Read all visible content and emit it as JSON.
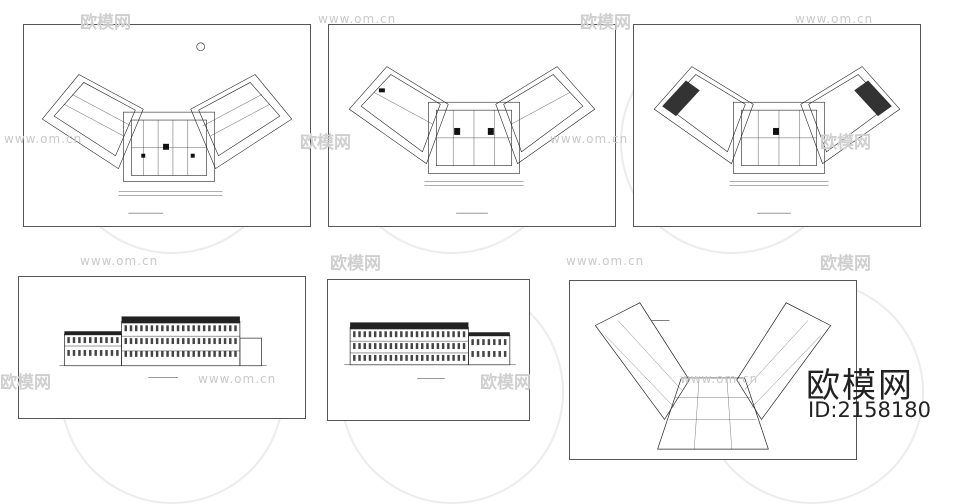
{
  "watermark": {
    "site": "www.om.cn",
    "brand": "欧模网"
  },
  "brand_logo": {
    "name": "欧模网",
    "id_label": "ID:2158180"
  },
  "sheets": [
    {
      "kind": "floor-plan",
      "icon": "floor-plan-drawing"
    },
    {
      "kind": "floor-plan",
      "icon": "floor-plan-drawing"
    },
    {
      "kind": "floor-plan",
      "icon": "floor-plan-drawing"
    },
    {
      "kind": "elevation",
      "icon": "elevation-drawing"
    },
    {
      "kind": "elevation",
      "icon": "elevation-drawing"
    },
    {
      "kind": "roof-plan",
      "icon": "roof-plan-drawing"
    }
  ]
}
